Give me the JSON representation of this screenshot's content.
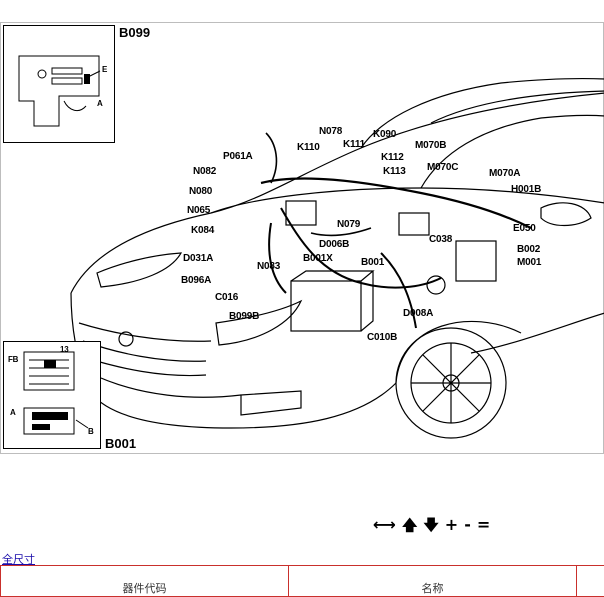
{
  "diagram": {
    "title_top": "B099",
    "title_bottom": "B001",
    "inset_top_labels": {
      "e": "E",
      "a": "A"
    },
    "inset_bottom_labels": {
      "n13": "13",
      "fb": "FB",
      "a": "A",
      "b": "B"
    },
    "connectors": [
      {
        "id": "n078",
        "code": "N078"
      },
      {
        "id": "k090",
        "code": "K090"
      },
      {
        "id": "k110",
        "code": "K110"
      },
      {
        "id": "k111",
        "code": "K111"
      },
      {
        "id": "m070b",
        "code": "M070B"
      },
      {
        "id": "p061a",
        "code": "P061A"
      },
      {
        "id": "k112",
        "code": "K112"
      },
      {
        "id": "n082",
        "code": "N082"
      },
      {
        "id": "m070c",
        "code": "M070C"
      },
      {
        "id": "k113",
        "code": "K113"
      },
      {
        "id": "m070a",
        "code": "M070A"
      },
      {
        "id": "h001b",
        "code": "H001B"
      },
      {
        "id": "n080",
        "code": "N080"
      },
      {
        "id": "n065",
        "code": "N065"
      },
      {
        "id": "n079",
        "code": "N079"
      },
      {
        "id": "e050",
        "code": "E050"
      },
      {
        "id": "k084",
        "code": "K084"
      },
      {
        "id": "c038",
        "code": "C038"
      },
      {
        "id": "d006b",
        "code": "D006B"
      },
      {
        "id": "b002",
        "code": "B002"
      },
      {
        "id": "d031a",
        "code": "D031A"
      },
      {
        "id": "b001x",
        "code": "B001X"
      },
      {
        "id": "b001",
        "code": "B001"
      },
      {
        "id": "m001",
        "code": "M001"
      },
      {
        "id": "n083",
        "code": "N083"
      },
      {
        "id": "b096a",
        "code": "B096A"
      },
      {
        "id": "c016",
        "code": "C016"
      },
      {
        "id": "b099b",
        "code": "B099B"
      },
      {
        "id": "d008a",
        "code": "D008A"
      },
      {
        "id": "c010b",
        "code": "C010B"
      }
    ]
  },
  "controls": {
    "pan_horizontal": "⟷",
    "pan_up": "🡅",
    "pan_down": "🡇",
    "zoom_in": "+",
    "zoom_out": "-",
    "zoom_reset": "="
  },
  "fullsize_link": "全尺寸",
  "table": {
    "col1": "器件代码",
    "col2": "名称"
  }
}
